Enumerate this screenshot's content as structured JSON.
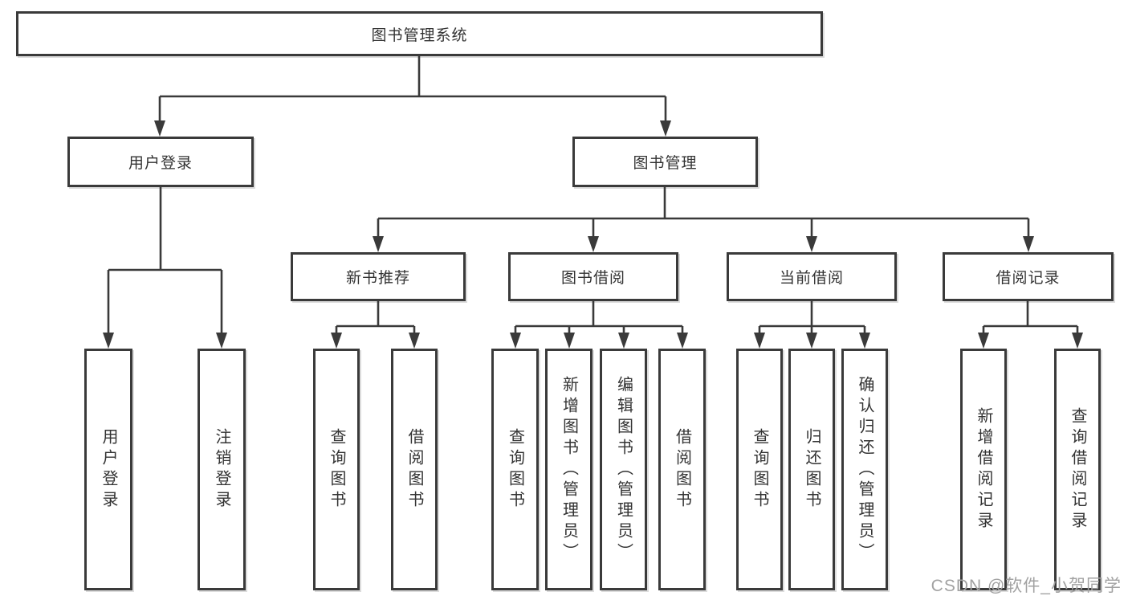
{
  "tree": {
    "label": "图书管理系统",
    "children": [
      {
        "label": "用户登录",
        "children": [
          {
            "label": "用户登录"
          },
          {
            "label": "注销登录"
          }
        ]
      },
      {
        "label": "图书管理",
        "children": [
          {
            "label": "新书推荐",
            "children": [
              {
                "label": "查询图书"
              },
              {
                "label": "借阅图书"
              }
            ]
          },
          {
            "label": "图书借阅",
            "children": [
              {
                "label": "查询图书"
              },
              {
                "label": "新增图书（管理员）"
              },
              {
                "label": "编辑图书（管理员）"
              },
              {
                "label": "借阅图书"
              }
            ]
          },
          {
            "label": "当前借阅",
            "children": [
              {
                "label": "查询图书"
              },
              {
                "label": "归还图书"
              },
              {
                "label": "确认归还（管理员）"
              }
            ]
          },
          {
            "label": "借阅记录",
            "children": [
              {
                "label": "新增借阅记录"
              },
              {
                "label": "查询借阅记录"
              }
            ]
          }
        ]
      }
    ]
  },
  "watermark": "CSDN @软件_小贺同学",
  "colors": {
    "line": "#3a3a3a",
    "box_border": "#3a3a3a",
    "text": "#333333",
    "watermark": "#a2a2a2",
    "background": "#ffffff"
  }
}
